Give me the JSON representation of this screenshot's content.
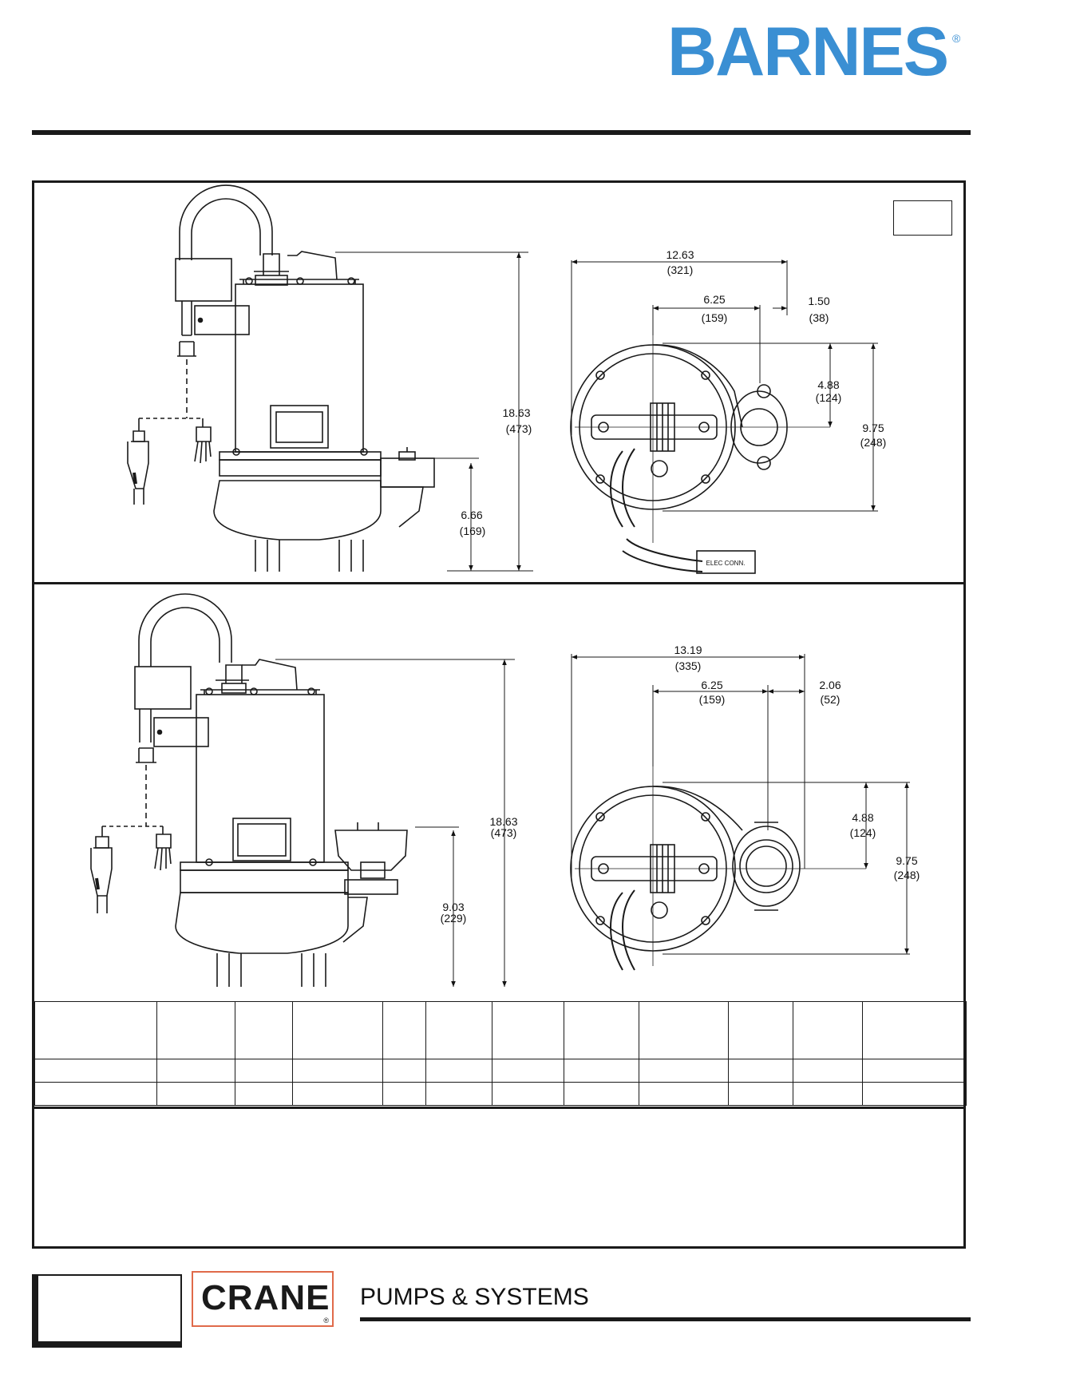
{
  "brand": {
    "name": "BARNES",
    "registered_mark": "®",
    "color": "#3a8fd3"
  },
  "top_drawing": {
    "dimensions": {
      "overall_width": "12.63",
      "overall_width_mm": "(321)",
      "center_to_discharge": "6.25",
      "center_to_discharge_mm": "(159)",
      "discharge_offset": "1.50",
      "discharge_offset_mm": "(38)",
      "discharge_height": "4.88",
      "discharge_height_mm": "(124)",
      "body_depth": "9.75",
      "body_depth_mm": "(248)",
      "overall_height": "18.63",
      "overall_height_mm": "(473)",
      "discharge_elevation": "6.66",
      "discharge_elevation_mm": "(169)"
    },
    "elec_label": "ELEC CONN."
  },
  "bottom_drawing": {
    "dimensions": {
      "overall_width": "13.19",
      "overall_width_mm": "(335)",
      "center_to_discharge": "6.25",
      "center_to_discharge_mm": "(159)",
      "discharge_offset": "2.06",
      "discharge_offset_mm": "(52)",
      "discharge_height": "4.88",
      "discharge_height_mm": "(124)",
      "body_depth": "9.75",
      "body_depth_mm": "(248)",
      "overall_height": "18.63",
      "overall_height_mm": "(473)",
      "discharge_elevation": "9.03",
      "discharge_elevation_mm": "(229)"
    }
  },
  "footer": {
    "company": "CRANE",
    "company_mark": "®",
    "company_color": "#e06a4a",
    "tagline": "PUMPS & SYSTEMS"
  }
}
